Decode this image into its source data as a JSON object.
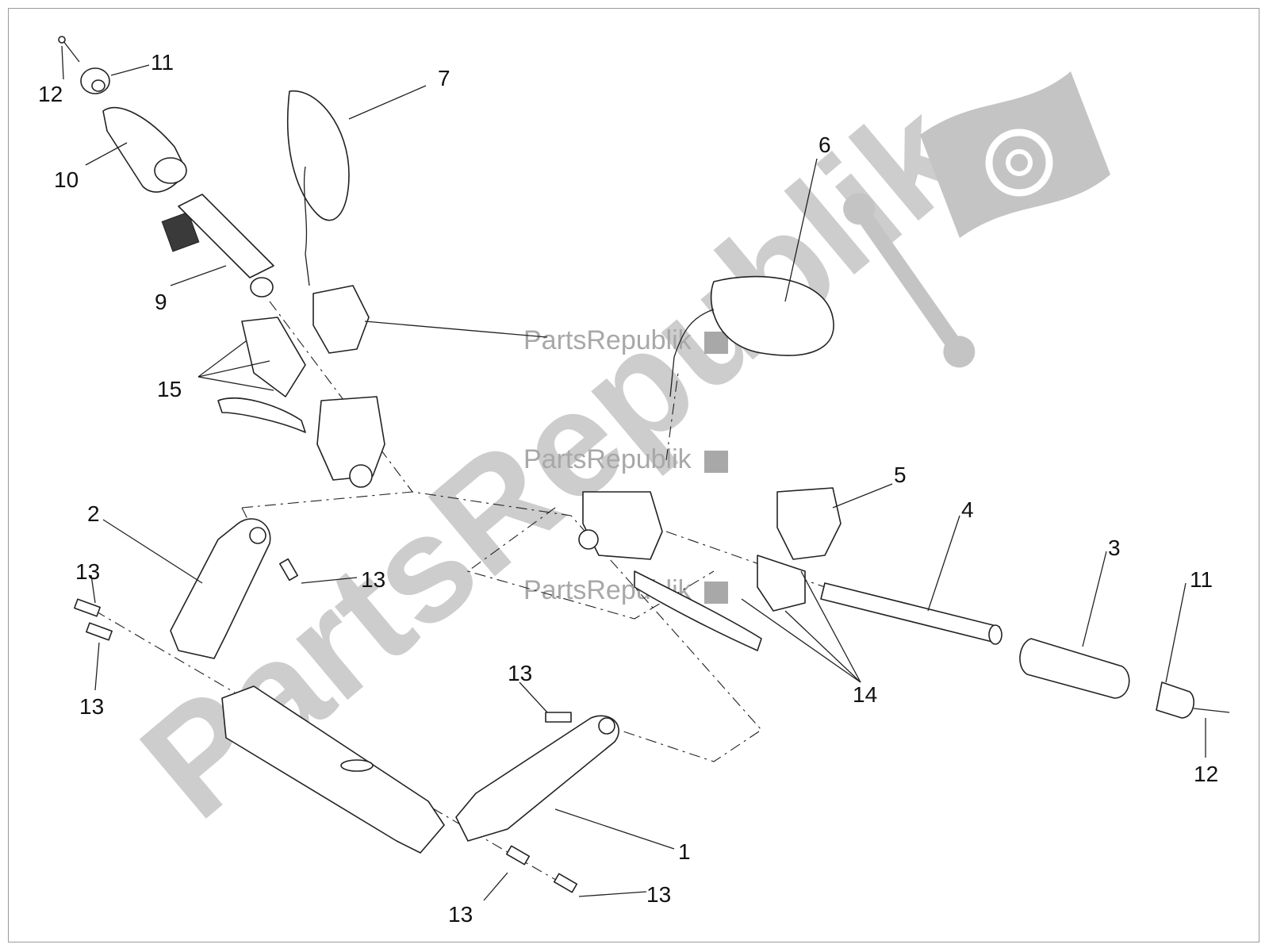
{
  "watermark": {
    "brand": "PartsRepublik",
    "small_label": "PartsRepublik"
  },
  "callouts": {
    "c1": "1",
    "c2": "2",
    "c3": "3",
    "c4": "4",
    "c5": "5",
    "c6": "6",
    "c7": "7",
    "c9": "9",
    "c10": "10",
    "c11a": "11",
    "c11b": "11",
    "c12a": "12",
    "c12b": "12",
    "c13a": "13",
    "c13b": "13",
    "c13c": "13",
    "c13d": "13",
    "c13e": "13",
    "c13f": "13",
    "c14": "14",
    "c15": "15"
  },
  "icons": {
    "watermark_flag": "gear-flag-icon",
    "watermark_wrench": "wrench-icon"
  },
  "colors": {
    "watermark": "#bdbdbd",
    "line": "#222222"
  }
}
